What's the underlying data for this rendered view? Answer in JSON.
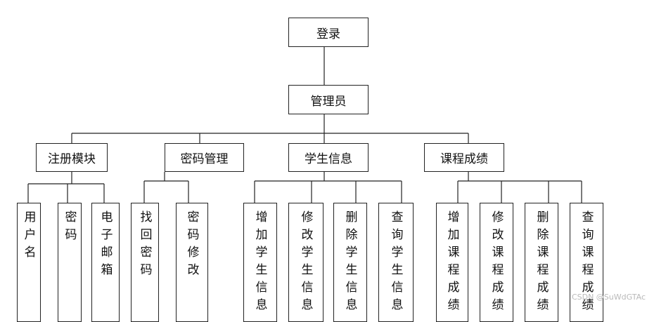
{
  "root": {
    "label": "登录"
  },
  "admin": {
    "label": "管理员"
  },
  "modules": [
    {
      "label": "注册模块",
      "items": [
        "用户名",
        "密码",
        "电子邮箱"
      ]
    },
    {
      "label": "密码管理",
      "items": [
        "找回密码",
        "密码修改"
      ]
    },
    {
      "label": "学生信息",
      "items": [
        "增加学生信息",
        "修改学生信息",
        "删除学生信息",
        "查询学生信息"
      ]
    },
    {
      "label": "课程成绩",
      "items": [
        "增加课程成绩",
        "修改课程成绩",
        "删除课程成绩",
        "查询课程成绩"
      ]
    }
  ],
  "watermark": "CSDN @SuWdGTAc"
}
